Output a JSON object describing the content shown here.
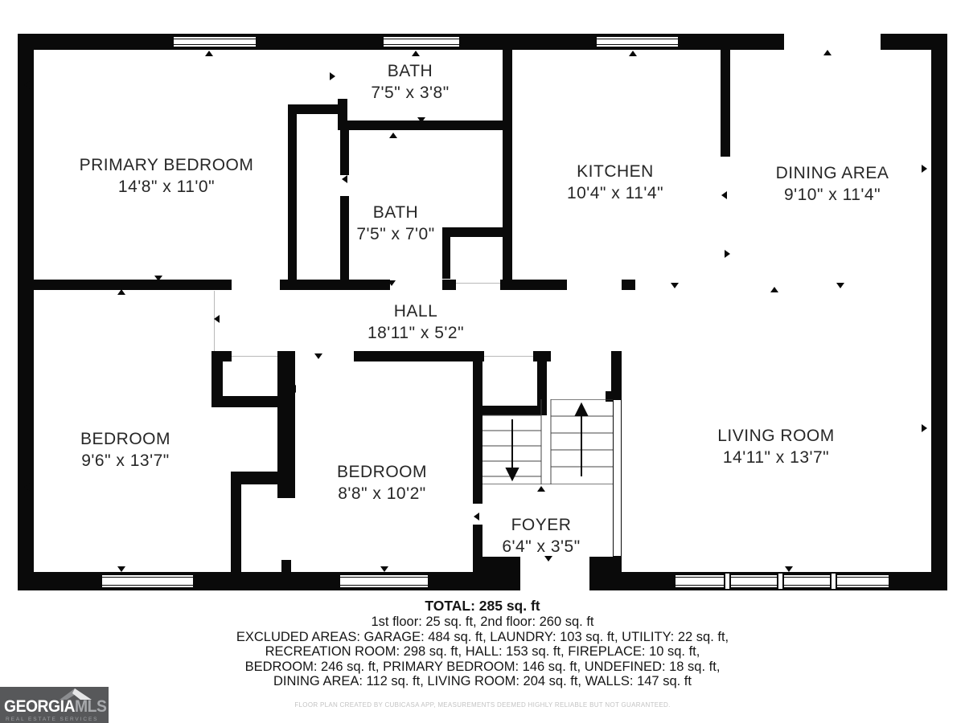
{
  "rooms": [
    {
      "name": "PRIMARY BEDROOM",
      "dims": "14'8\" x 11'0\""
    },
    {
      "name": "BATH",
      "dims": "7'5\" x 3'8\""
    },
    {
      "name": "BATH",
      "dims": "7'5\" x 7'0\""
    },
    {
      "name": "KITCHEN",
      "dims": "10'4\" x 11'4\""
    },
    {
      "name": "DINING AREA",
      "dims": "9'10\" x 11'4\""
    },
    {
      "name": "HALL",
      "dims": "18'11\" x 5'2\""
    },
    {
      "name": "BEDROOM",
      "dims": "9'6\" x 13'7\""
    },
    {
      "name": "BEDROOM",
      "dims": "8'8\" x 10'2\""
    },
    {
      "name": "FOYER",
      "dims": "6'4\" x 3'5\""
    },
    {
      "name": "LIVING ROOM",
      "dims": "14'11\" x 13'7\""
    }
  ],
  "summary": {
    "total": "TOTAL: 285 sq. ft",
    "floors": "1st floor: 25 sq. ft, 2nd floor: 260 sq. ft",
    "excluded1": "EXCLUDED AREAS: GARAGE: 484 sq. ft, LAUNDRY: 103 sq. ft, UTILITY: 22 sq. ft,",
    "excluded2": "RECREATION ROOM: 298 sq. ft, HALL: 153 sq. ft, FIREPLACE: 10 sq. ft,",
    "excluded3": "BEDROOM: 246 sq. ft, PRIMARY BEDROOM: 146 sq. ft, UNDEFINED: 18 sq. ft,",
    "excluded4": "DINING AREA: 112 sq. ft, LIVING ROOM: 204 sq. ft, WALLS: 147 sq. ft",
    "disclaimer": "FLOOR PLAN CREATED BY CUBICASA APP, MEASUREMENTS DEEMED HIGHLY RELIABLE BUT NOT GUARANTEED."
  },
  "logo": {
    "brand_primary": "GEORGIA",
    "brand_secondary": "MLS",
    "tagline": "REAL ESTATE SERVICES",
    "bg_color": "#57585a",
    "wall_color": "#0a0a0a"
  }
}
